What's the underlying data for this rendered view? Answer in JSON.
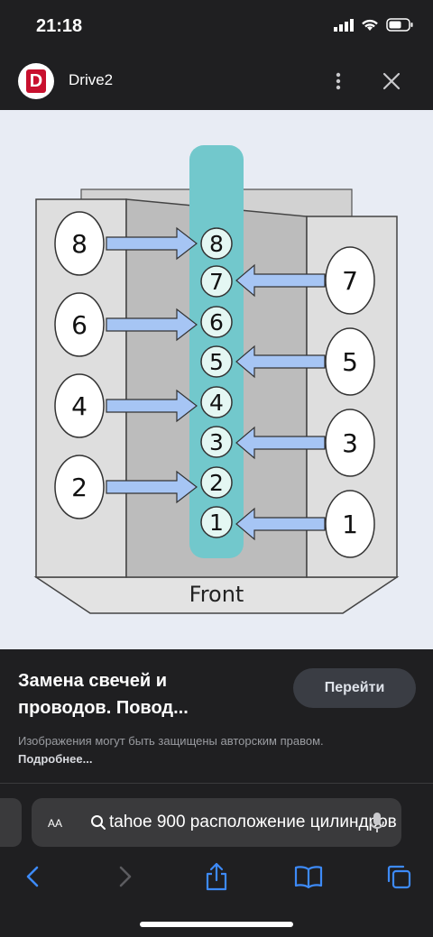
{
  "status_bar": {
    "time": "21:18"
  },
  "header": {
    "site_logo_letter": "D",
    "site_name": "Drive2"
  },
  "diagram": {
    "left_bank": [
      "8",
      "6",
      "4",
      "2"
    ],
    "right_bank": [
      "7",
      "5",
      "3",
      "1"
    ],
    "center_column": [
      "8",
      "7",
      "6",
      "5",
      "4",
      "3",
      "2",
      "1"
    ],
    "front_label": "Front"
  },
  "caption": {
    "title_line1": "Замена свечей и",
    "title_line2": "проводов. Повод...",
    "go_button": "Перейти",
    "copyright_text": "Изображения могут быть защищены авторским правом.",
    "more_link": "Подробнее..."
  },
  "address_bar": {
    "aa_label": "AA",
    "url": "tahoe 900 расположение цилиндров"
  },
  "colors": {
    "accent": "#72c8cc",
    "arrow": "#a6c5f4",
    "background": "#1f1f21"
  },
  "icons": [
    "signal-icon",
    "wifi-icon",
    "battery-icon",
    "more-vertical-icon",
    "close-icon",
    "search-icon",
    "microphone-icon",
    "back-icon",
    "forward-icon",
    "share-icon",
    "bookmarks-icon",
    "tabs-icon"
  ]
}
